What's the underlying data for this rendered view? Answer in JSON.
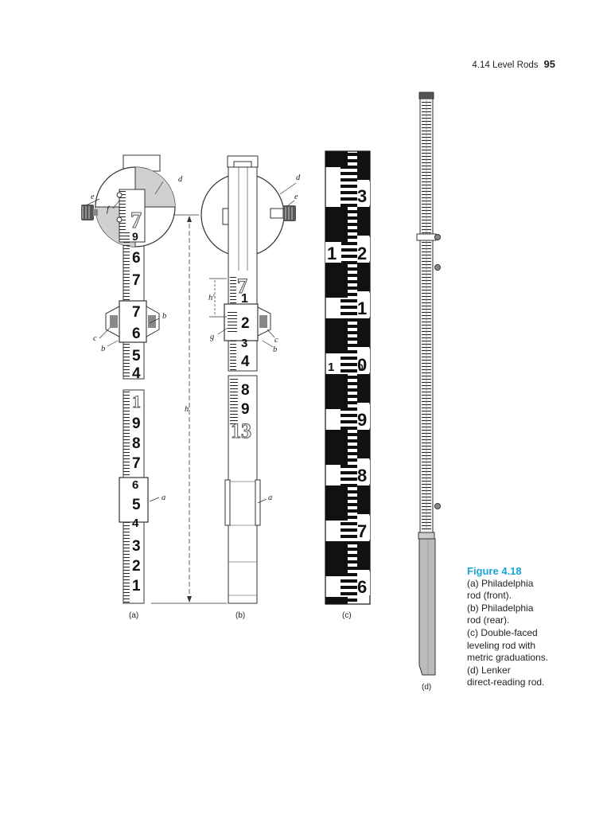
{
  "header": {
    "section": "4.14 Level Rods",
    "page": "95"
  },
  "caption": {
    "title": "Figure 4.18",
    "lines": [
      "(a) Philadelphia",
      "rod (front).",
      "(b) Philadelphia",
      "rod (rear).",
      "(c) Double-faced",
      "leveling rod with",
      "metric graduations.",
      "(d) Lenker",
      "direct-reading rod."
    ]
  },
  "figure": {
    "panel_labels": {
      "a": "(a)",
      "b": "(b)",
      "c": "(c)",
      "d": "(d)"
    },
    "annotations": {
      "a": "a",
      "b": "b",
      "c": "c",
      "d": "d",
      "e": "e",
      "f": "f",
      "g": "g",
      "h": "h",
      "hprime": "h′"
    },
    "rod_a_upper_numbers": [
      "7",
      "9",
      "6",
      "7",
      "7",
      "6",
      "5",
      "4"
    ],
    "rod_a_lower_numbers": [
      "1",
      "9",
      "8",
      "7",
      "6",
      "5",
      "4",
      "3",
      "2",
      "1"
    ],
    "rod_b_numbers": [
      "7",
      "1",
      "2",
      "3",
      "4",
      "8",
      "9",
      "13"
    ],
    "rod_c_left_numbers": [
      "1",
      "1",
      "0"
    ],
    "rod_c_right_numbers": [
      "3",
      "2",
      "1",
      "0",
      "9",
      "8",
      "7",
      "6"
    ]
  }
}
